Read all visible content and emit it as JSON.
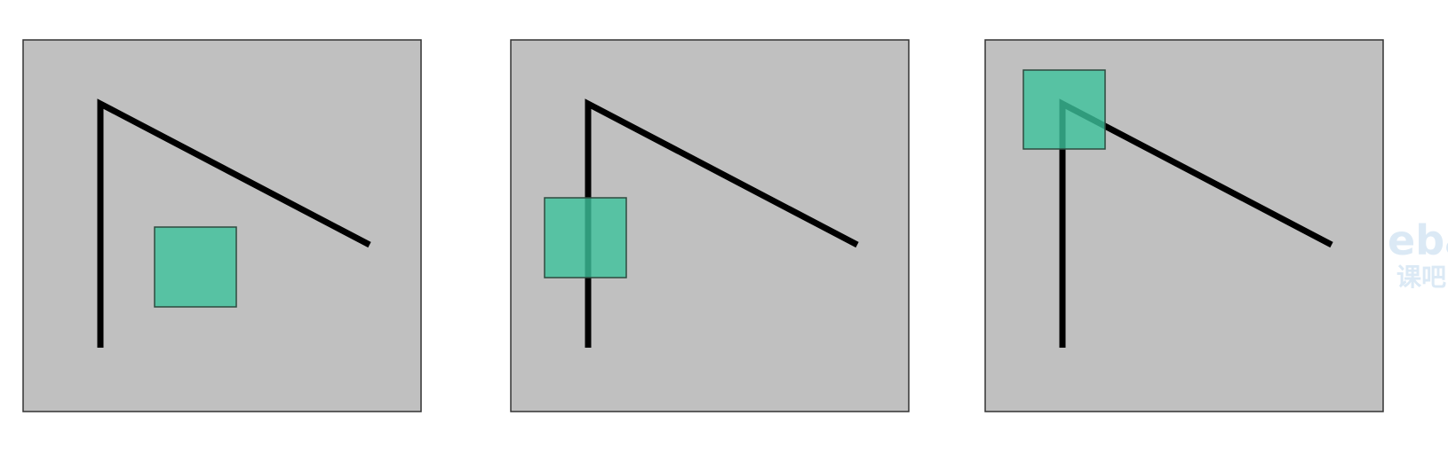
{
  "colors": {
    "background": "#ffffff",
    "panel_fill": "#c0c0c0",
    "panel_border": "#333333",
    "line": "#000000",
    "square_fill": "#3cc29b",
    "square_opacity": 0.8,
    "square_border": "#2e4a3f",
    "watermark": "#dbe9f5"
  },
  "watermark": {
    "line1": "eba",
    "line2": "课吧"
  }
}
